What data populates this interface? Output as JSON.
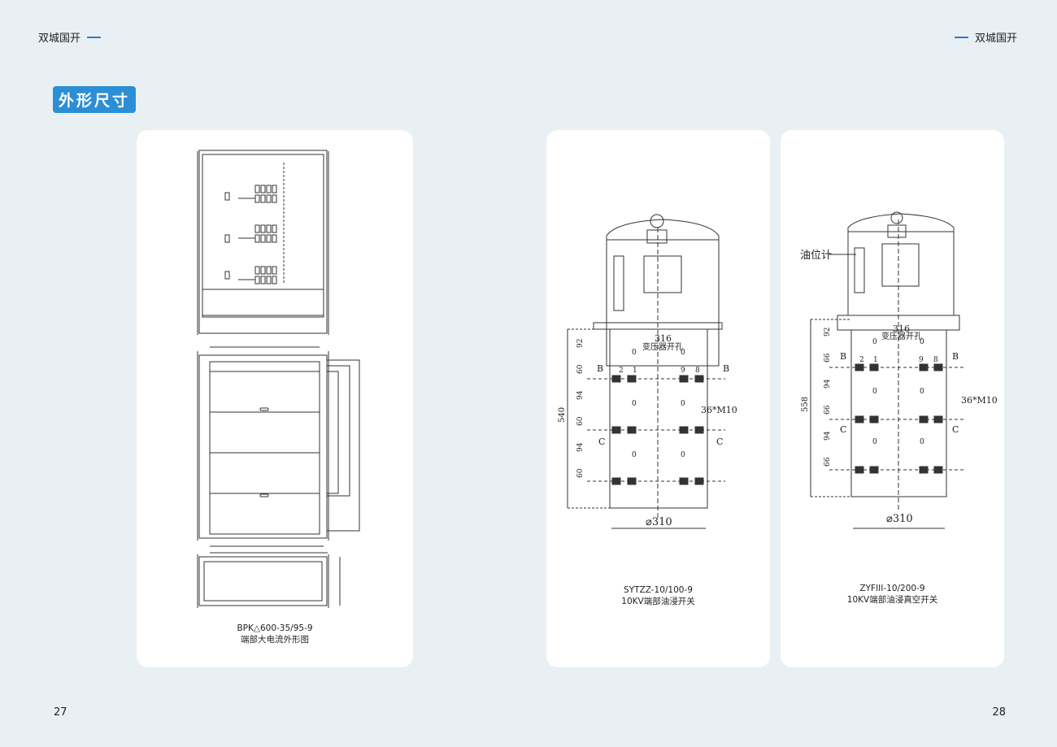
{
  "header": {
    "brand_left": "双城国开",
    "brand_right": "双城国开"
  },
  "section": {
    "title": "外形尺寸"
  },
  "cards": [
    {
      "caption_line1": "BPK△600-35/95-9",
      "caption_line2": "端部大电流外形图"
    },
    {
      "caption_line1": "SYTZZ-10/100-9",
      "caption_line2": "10KV端部油浸开关",
      "labels": {
        "width_top": "316",
        "hole_label": "变压器开孔",
        "bolt_label": "36*M10",
        "diameter": "⌀310",
        "height_total": "540",
        "dims": [
          "92",
          "60",
          "94",
          "60",
          "94",
          "60"
        ],
        "section_b": "B",
        "section_c": "C",
        "terminals": [
          "2",
          "1",
          "9",
          "8"
        ],
        "zero": "0"
      }
    },
    {
      "caption_line1": "ZYFIII-10/200-9",
      "caption_line2": "10KV端部油浸真空开关",
      "labels": {
        "width_top": "316",
        "hole_label": "变压器开孔",
        "bolt_label": "36*M10",
        "diameter": "⌀310",
        "height_total": "558",
        "oil_gauge": "油位计",
        "dims": [
          "92",
          "66",
          "94",
          "66",
          "94",
          "66"
        ],
        "section_b": "B",
        "section_c": "C",
        "terminals": [
          "2",
          "1",
          "9",
          "8"
        ],
        "zero": "0"
      }
    }
  ],
  "pages": {
    "left": "27",
    "right": "28"
  }
}
